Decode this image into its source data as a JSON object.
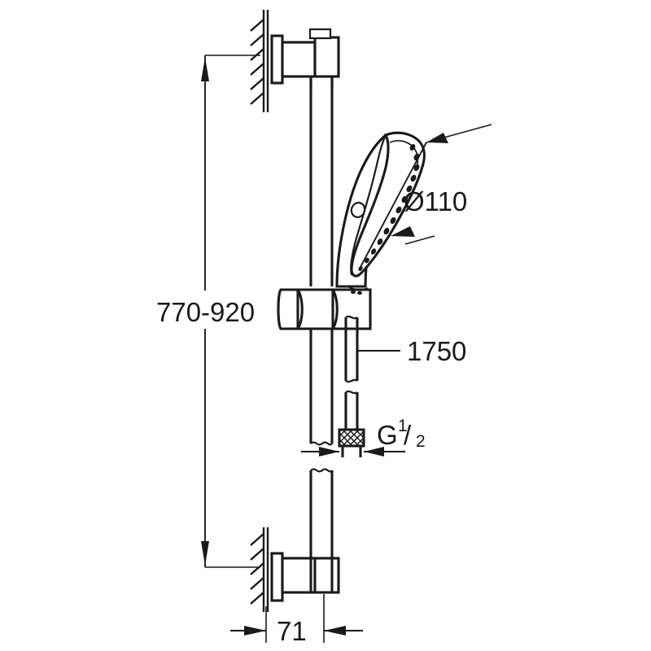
{
  "drawing": {
    "title": "Shower rail set dimensional drawing",
    "units": "mm",
    "background_color": "#ffffff",
    "line_color": "#1a1a1a"
  },
  "dimensions": {
    "rail_height": {
      "label": "770-920",
      "name": "rail-adjustable-height",
      "orientation": "vertical",
      "position": "left"
    },
    "head_diameter": {
      "label": "Ø110",
      "name": "shower-head-diameter",
      "orientation": "diagonal",
      "position": "right-upper"
    },
    "hose_length": {
      "label": "1750",
      "name": "hose-length",
      "orientation": "leader",
      "position": "right-middle"
    },
    "thread_size": {
      "label_main": "G",
      "label_numerator": "1",
      "label_slash": "/",
      "label_denominator": "2",
      "name": "hose-thread-size",
      "orientation": "leader",
      "position": "right-lower"
    },
    "wall_offset": {
      "label": "71",
      "name": "wall-to-rail-offset",
      "orientation": "horizontal",
      "position": "bottom"
    }
  },
  "components": [
    {
      "name": "wall-surface-top",
      "label": "wall hatching top"
    },
    {
      "name": "wall-surface-bottom",
      "label": "wall hatching bottom"
    },
    {
      "name": "upper-wall-bracket",
      "label": "upper wall bracket"
    },
    {
      "name": "lower-wall-bracket",
      "label": "lower wall bracket"
    },
    {
      "name": "shower-rail",
      "label": "shower rail"
    },
    {
      "name": "sliding-holder",
      "label": "sliding hand shower holder"
    },
    {
      "name": "hand-shower-head",
      "label": "hand shower"
    },
    {
      "name": "shower-hose",
      "label": "shower hose"
    },
    {
      "name": "hose-nut",
      "label": "knurled hose connection nut"
    }
  ]
}
